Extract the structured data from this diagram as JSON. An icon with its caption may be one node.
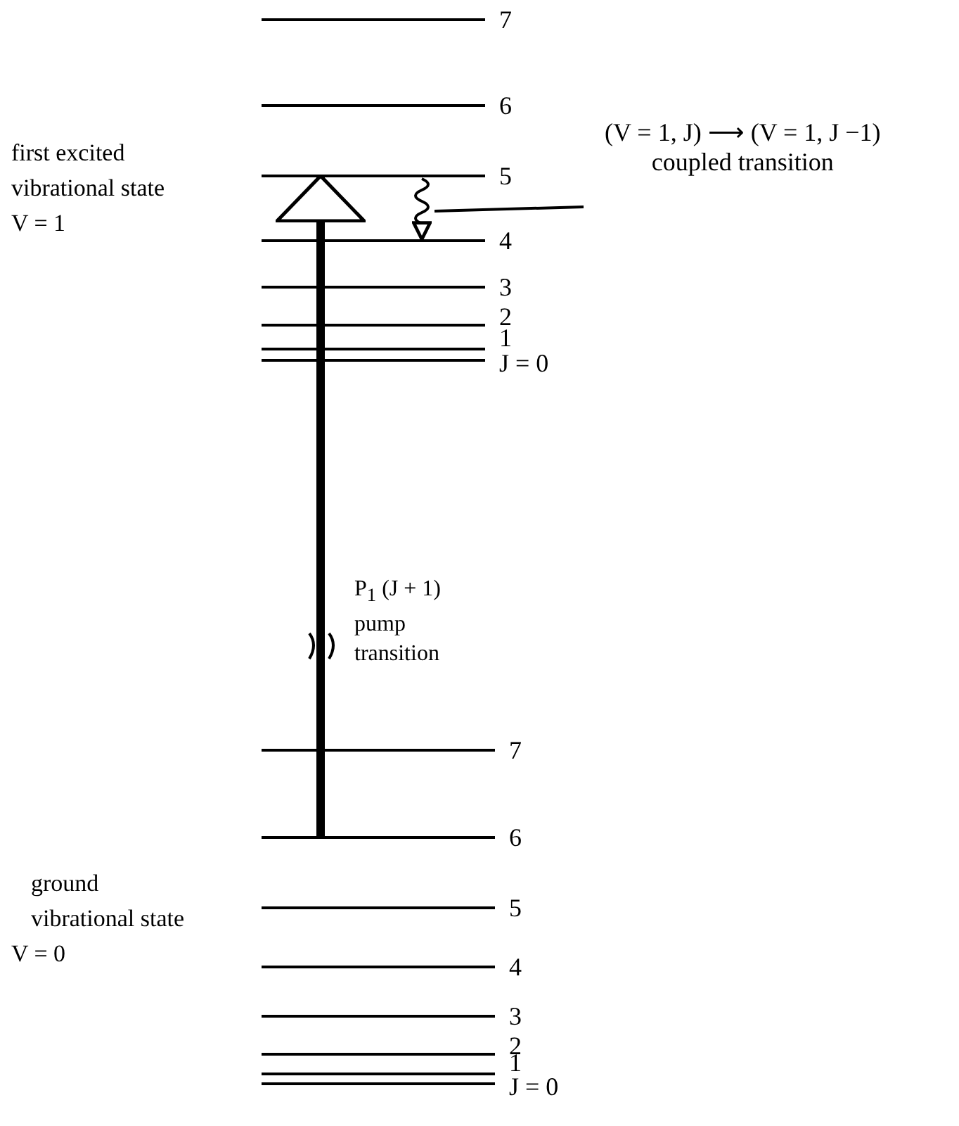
{
  "diagram": {
    "nodes": [
      {
        "text": [
          "7"
        ]
      },
      {
        "text": [
          "6"
        ]
      },
      {
        "text": [
          "5"
        ]
      },
      {
        "text": [
          "4"
        ]
      },
      {
        "text": [
          "3"
        ]
      },
      {
        "text": [
          "2"
        ]
      },
      {
        "text": [
          "1"
        ]
      },
      {
        "text": [
          "J = 0"
        ]
      },
      {
        "text": [
          "7"
        ]
      },
      {
        "text": [
          "6"
        ]
      },
      {
        "text": [
          "5"
        ]
      },
      {
        "text": [
          "4"
        ]
      },
      {
        "text": [
          "3"
        ]
      },
      {
        "text": [
          "2"
        ]
      },
      {
        "text": [
          "1"
        ]
      },
      {
        "text": [
          "J = 0"
        ]
      },
      {
        "text": [
          "(V = 1, J) ⟶ (V = 1, J −1)",
          "coupled transition"
        ]
      }
    ],
    "edges": [
      {
        "from": 9,
        "to": 2,
        "arrow": "to",
        "style": "thick",
        "label": "P$_{1}$ (J + 1) pump transition"
      },
      {
        "from": 2,
        "to": 3,
        "arrow": "to"
      },
      {
        "from": 16,
        "to": null,
        "arrow": "none"
      }
    ],
    "labels": [
      "first excited vibrational state",
      "V = 1",
      "ground vibrational state",
      "V = 0"
    ]
  }
}
